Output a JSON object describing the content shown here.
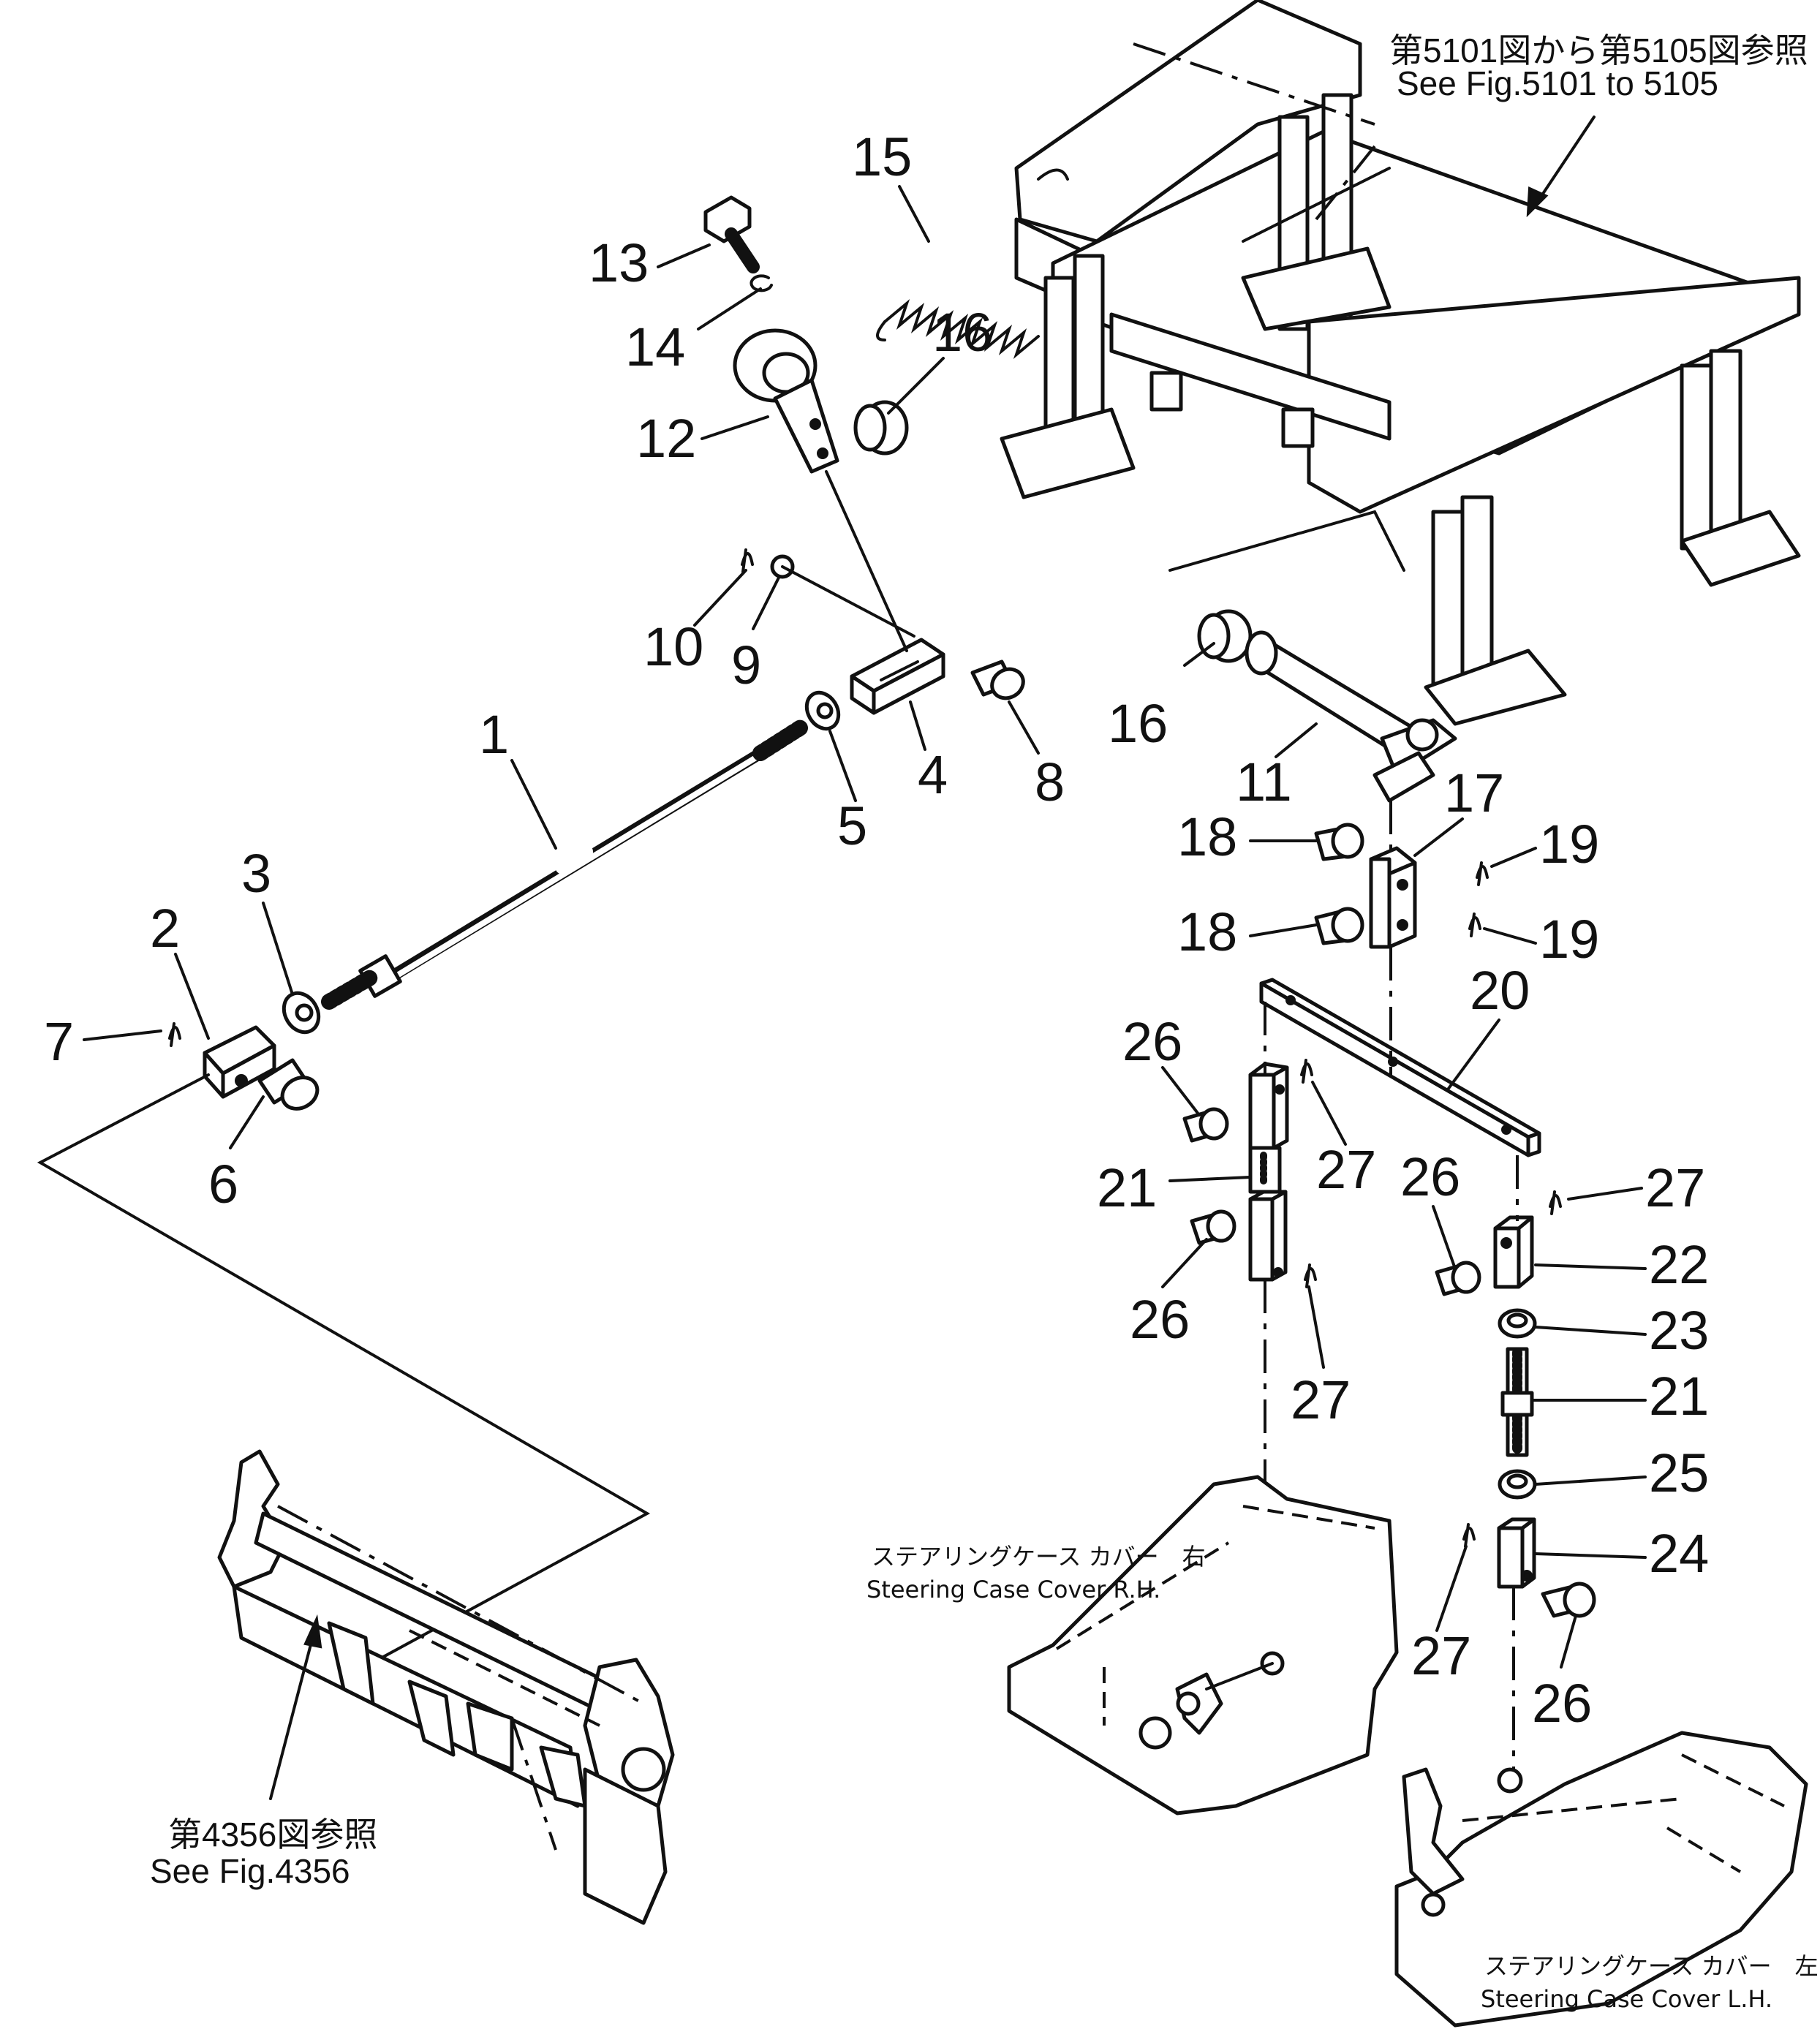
{
  "references": {
    "frame_jp": "第5101図から第5105図参照",
    "frame_en": "See Fig.5101 to 5105",
    "bracket_jp": "第4356図参照",
    "bracket_en": "See Fig.4356"
  },
  "captions": {
    "cover_rh_jp": "ステアリングケース カバー　右",
    "cover_rh_en": "Steering Case Cover R.H.",
    "cover_lh_jp": "ステアリングケース カバー　左",
    "cover_lh_en": "Steering Case Cover L.H."
  },
  "part_numbers": {
    "p1": "1",
    "p2": "2",
    "p3": "3",
    "p4": "4",
    "p5": "5",
    "p6": "6",
    "p7": "7",
    "p8": "8",
    "p9": "9",
    "p10": "10",
    "p11": "11",
    "p12": "12",
    "p13": "13",
    "p14": "14",
    "p15": "15",
    "p16a": "16",
    "p16b": "16",
    "p17": "17",
    "p18a": "18",
    "p18b": "18",
    "p19a": "19",
    "p19b": "19",
    "p20": "20",
    "p21a": "21",
    "p21b": "21",
    "p22": "22",
    "p23": "23",
    "p24": "24",
    "p25": "25",
    "p26a": "26",
    "p26b": "26",
    "p26c": "26",
    "p26d": "26",
    "p27a": "27",
    "p27b": "27",
    "p27c": "27",
    "p27d": "27"
  }
}
